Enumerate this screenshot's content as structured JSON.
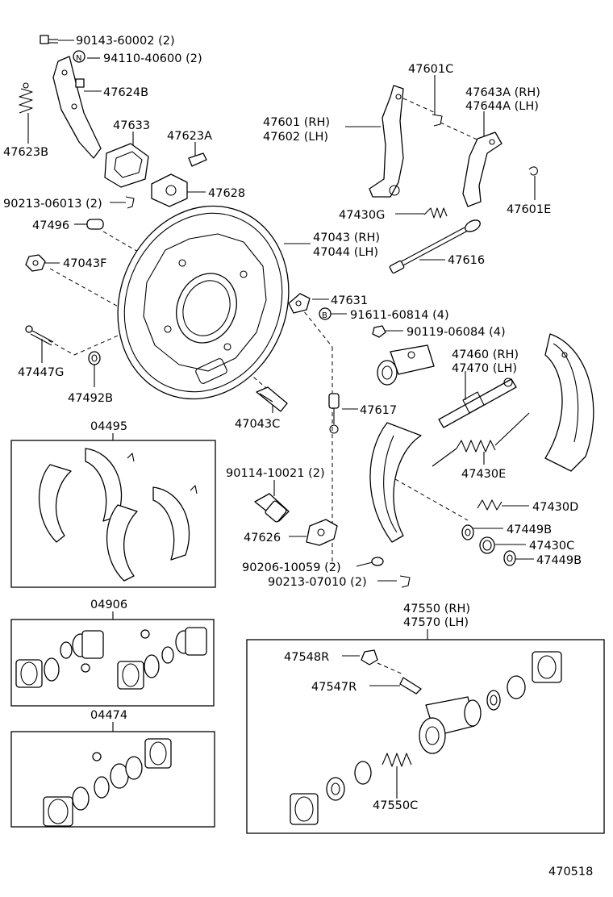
{
  "diagram_id": "470518",
  "labels": {
    "p90143": "90143-60002 (2)",
    "p94110": "94110-40600 (2)",
    "p47624B": "47624B",
    "p47623B": "47623B",
    "p47633": "47633",
    "p47623A": "47623A",
    "p47628": "47628",
    "p90213a": "90213-06013 (2)",
    "p47496": "47496",
    "p47043F": "47043F",
    "p47447G": "47447G",
    "p47492B": "47492B",
    "p47043RH": "47043 (RH)",
    "p47044LH": "47044 (LH)",
    "p47043C": "47043C",
    "p47601C": "47601C",
    "p47601RH": "47601 (RH)",
    "p47602LH": "47602 (LH)",
    "p47643A": "47643A (RH)",
    "p47644A": "47644A (LH)",
    "p47601E": "47601E",
    "p47430G": "47430G",
    "p47616": "47616",
    "p47631": "47631",
    "p91611": "91611-60814 (4)",
    "p90119": "90119-06084 (4)",
    "p47460": "47460 (RH)",
    "p47470": "47470 (LH)",
    "p47617": "47617",
    "p47430E": "47430E",
    "p47430D": "47430D",
    "p47449B1": "47449B",
    "p47430C": "47430C",
    "p47449B2": "47449B",
    "p90114": "90114-10021 (2)",
    "p47626": "47626",
    "p90206": "90206-10059 (2)",
    "p90213b": "90213-07010 (2)",
    "k04495": "04495",
    "k04906": "04906",
    "k04474": "04474",
    "p47550": "47550 (RH)",
    "p47570": "47570 (LH)",
    "p47548R": "47548R",
    "p47547R": "47547R",
    "p47550C": "47550C"
  },
  "markers": {
    "N": "N",
    "B": "B"
  }
}
